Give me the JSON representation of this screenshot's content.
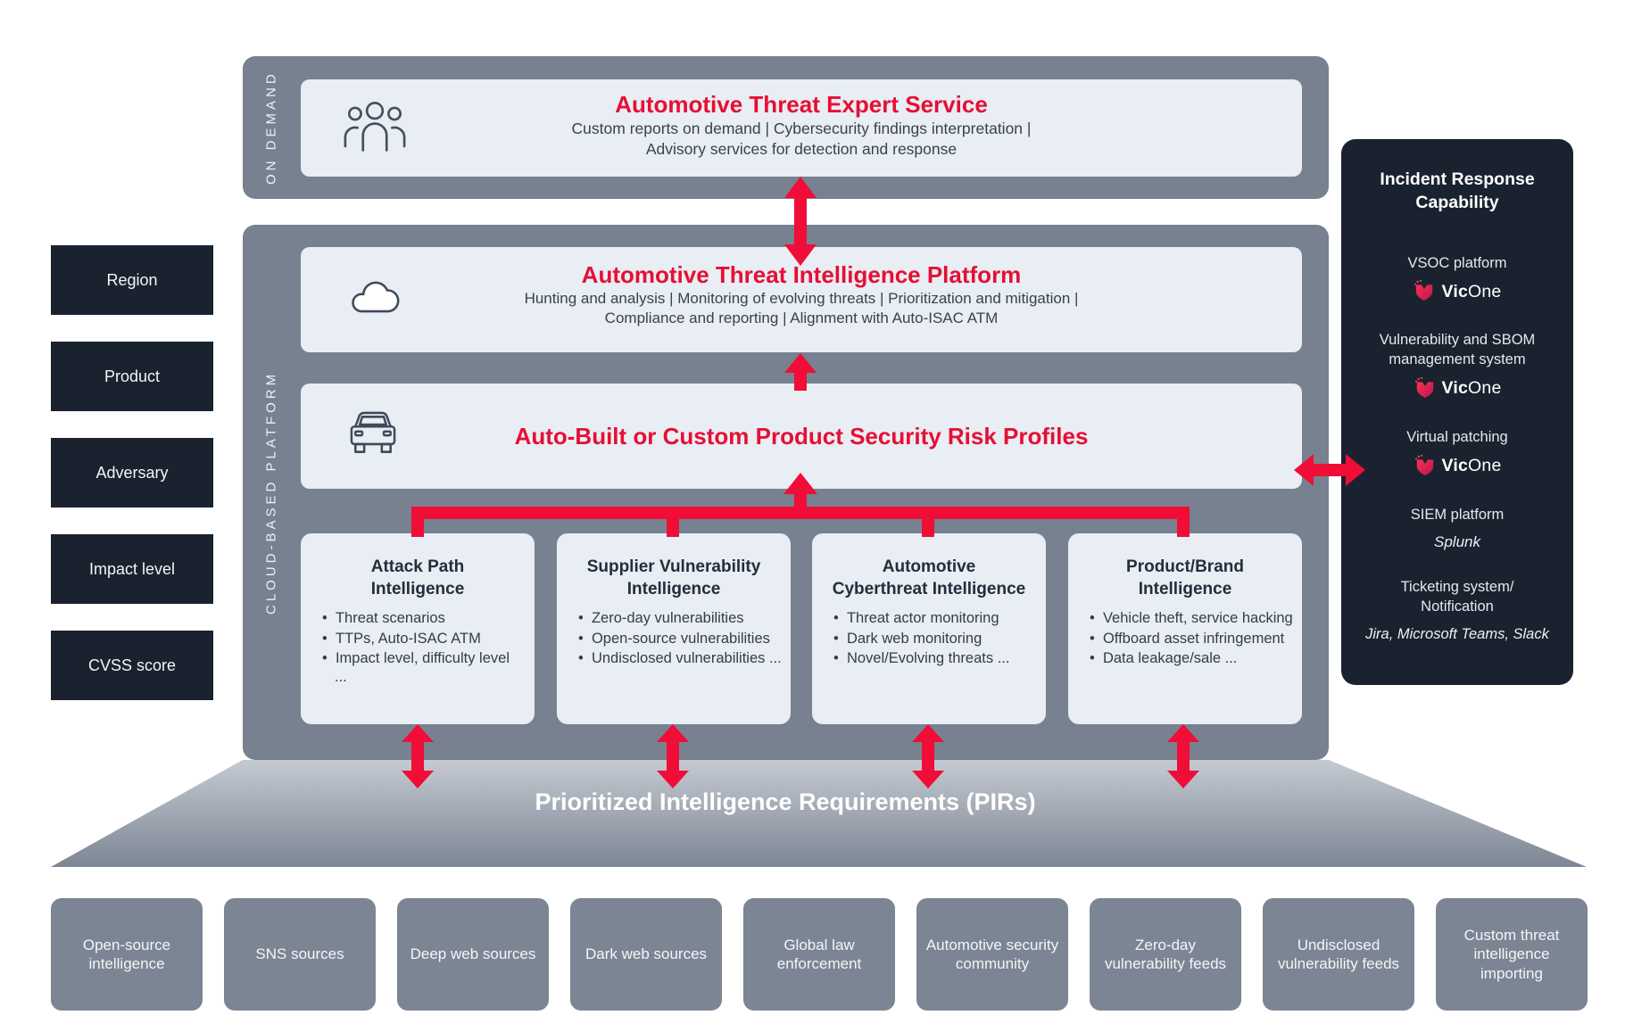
{
  "palette": {
    "accent_red": "#f00d37",
    "title_red": "#e60f34",
    "slate_container": "#78818f",
    "light_box": "#e9edf4",
    "dark_navy": "#1a222f",
    "source_gray": "#7c8593"
  },
  "on_demand": {
    "label": "ON DEMAND",
    "expert_service": {
      "title": "Automotive Threat Expert Service",
      "subtitle_lines": [
        "Custom reports on demand  |  Cybersecurity findings interpretation |",
        "Advisory services for detection and response"
      ]
    }
  },
  "cloud_platform": {
    "label": "CLOUD-BASED PLATFORM",
    "atip": {
      "title": "Automotive Threat Intelligence Platform",
      "subtitle_lines": [
        "Hunting and analysis | Monitoring of evolving threats | Prioritization and mitigation |",
        "Compliance and reporting | Alignment with Auto-ISAC ATM"
      ]
    },
    "risk_profiles": {
      "title": "Auto-Built or Custom Product Security Risk Profiles"
    },
    "intel_boxes": [
      {
        "title_lines": [
          "Attack Path",
          "Intelligence"
        ],
        "bullets": [
          "Threat scenarios",
          "TTPs, Auto-ISAC ATM",
          "Impact level, difficulty level ..."
        ]
      },
      {
        "title_lines": [
          "Supplier Vulnerability",
          "Intelligence"
        ],
        "bullets": [
          "Zero-day vulnerabilities",
          "Open-source vulnerabilities",
          "Undisclosed vulnerabilities ..."
        ]
      },
      {
        "title_lines": [
          "Automotive",
          "Cyberthreat Intelligence"
        ],
        "bullets": [
          "Threat actor monitoring",
          "Dark web monitoring",
          "Novel/Evolving threats ..."
        ]
      },
      {
        "title_lines": [
          "Product/Brand",
          "Intelligence"
        ],
        "bullets": [
          "Vehicle theft, service hacking",
          "Offboard asset infringement",
          "Data leakage/sale ..."
        ]
      }
    ]
  },
  "pir_filters": [
    "Region",
    "Product",
    "Adversary",
    "Impact level",
    "CVSS score"
  ],
  "incident_response": {
    "title_lines": [
      "Incident Response",
      "Capability"
    ],
    "brand": {
      "bold": "Vic",
      "regular": "One"
    },
    "items": [
      {
        "label_lines": [
          "VSOC platform"
        ],
        "vendor": "vicone"
      },
      {
        "label_lines": [
          "Vulnerability and SBOM",
          "management system"
        ],
        "vendor": "vicone"
      },
      {
        "label_lines": [
          "Virtual patching"
        ],
        "vendor": "vicone"
      },
      {
        "label_lines": [
          "SIEM platform"
        ],
        "vendor_text": "Splunk"
      },
      {
        "label_lines": [
          "Ticketing system/",
          "Notification"
        ],
        "vendor_text": "Jira, Microsoft Teams, Slack"
      }
    ]
  },
  "pir_banner": {
    "title": "Prioritized Intelligence Requirements (PIRs)"
  },
  "sources": [
    "Open-source intelligence",
    "SNS sources",
    "Deep web sources",
    "Dark web sources",
    "Global law enforcement",
    "Automotive security community",
    "Zero-day vulnerability feeds",
    "Undisclosed vulnerability feeds",
    "Custom threat intelligence importing"
  ]
}
